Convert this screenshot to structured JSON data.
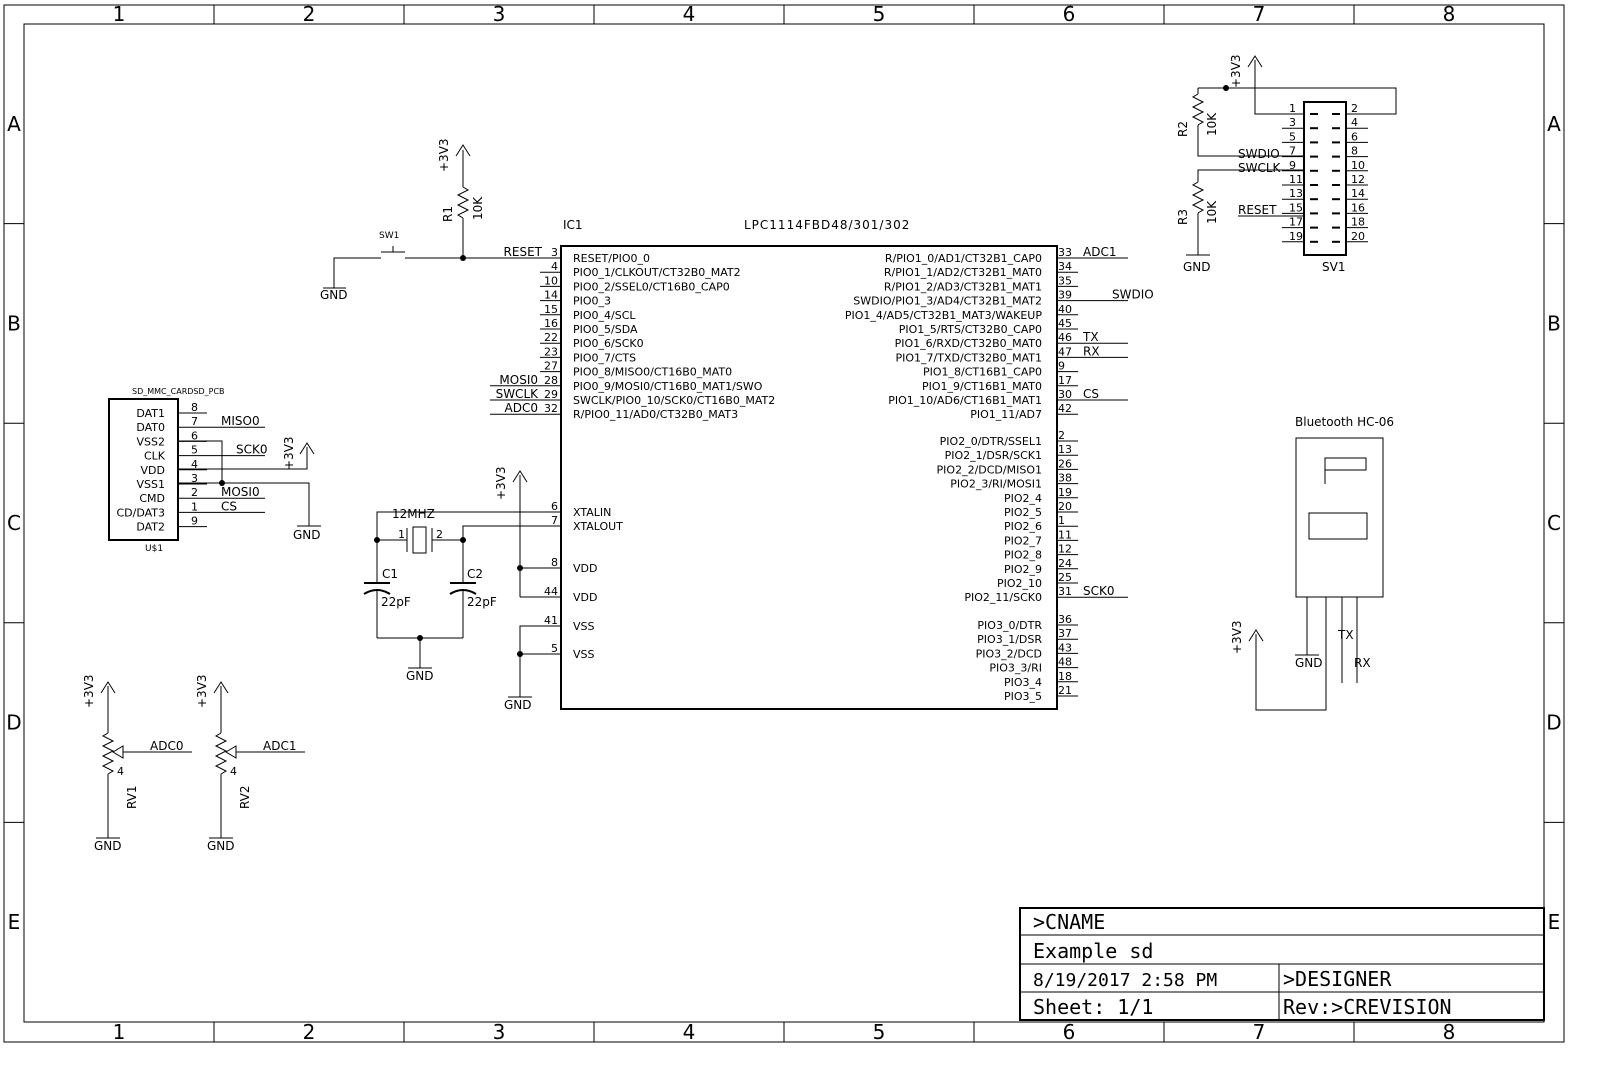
{
  "frame": {
    "columns": [
      "1",
      "2",
      "3",
      "4",
      "5",
      "6",
      "7",
      "8"
    ],
    "rows": [
      "A",
      "B",
      "C",
      "D",
      "E"
    ]
  },
  "ic1": {
    "ref": "IC1",
    "part": "LPC1114FBD48/301/302",
    "left_pins": [
      {
        "num": "3",
        "name": "RESET/PIO0_0",
        "net": "RESET"
      },
      {
        "num": "4",
        "name": "PIO0_1/CLKOUT/CT32B0_MAT2",
        "net": ""
      },
      {
        "num": "10",
        "name": "PIO0_2/SSEL0/CT16B0_CAP0",
        "net": ""
      },
      {
        "num": "14",
        "name": "PIO0_3",
        "net": ""
      },
      {
        "num": "15",
        "name": "PIO0_4/SCL",
        "net": ""
      },
      {
        "num": "16",
        "name": "PIO0_5/SDA",
        "net": ""
      },
      {
        "num": "22",
        "name": "PIO0_6/SCK0",
        "net": ""
      },
      {
        "num": "23",
        "name": "PIO0_7/CTS",
        "net": ""
      },
      {
        "num": "27",
        "name": "PIO0_8/MISO0/CT16B0_MAT0",
        "net": ""
      },
      {
        "num": "28",
        "name": "PIO0_9/MOSI0/CT16B0_MAT1/SWO",
        "net": "MOSI0"
      },
      {
        "num": "29",
        "name": "SWCLK/PIO0_10/SCK0/CT16B0_MAT2",
        "net": "SWCLK"
      },
      {
        "num": "32",
        "name": "R/PIO0_11/AD0/CT32B0_MAT3",
        "net": "ADC0"
      }
    ],
    "left_power_pins": [
      {
        "num": "6",
        "name": "XTALIN"
      },
      {
        "num": "7",
        "name": "XTALOUT"
      },
      {
        "num": "8",
        "name": "VDD"
      },
      {
        "num": "44",
        "name": "VDD"
      },
      {
        "num": "41",
        "name": "VSS"
      },
      {
        "num": "5",
        "name": "VSS"
      }
    ],
    "right_pins_1": [
      {
        "num": "33",
        "name": "R/PIO1_0/AD1/CT32B1_CAP0",
        "net": "ADC1"
      },
      {
        "num": "34",
        "name": "R/PIO1_1/AD2/CT32B1_MAT0",
        "net": ""
      },
      {
        "num": "35",
        "name": "R/PIO1_2/AD3/CT32B1_MAT1",
        "net": ""
      },
      {
        "num": "39",
        "name": "SWDIO/PIO1_3/AD4/CT32B1_MAT2",
        "net": "SWDIO"
      },
      {
        "num": "40",
        "name": "PIO1_4/AD5/CT32B1_MAT3/WAKEUP",
        "net": ""
      },
      {
        "num": "45",
        "name": "PIO1_5/RTS/CT32B0_CAP0",
        "net": ""
      },
      {
        "num": "46",
        "name": "PIO1_6/RXD/CT32B0_MAT0",
        "net": "TX"
      },
      {
        "num": "47",
        "name": "PIO1_7/TXD/CT32B0_MAT1",
        "net": "RX"
      },
      {
        "num": "9",
        "name": "PIO1_8/CT16B1_CAP0",
        "net": ""
      },
      {
        "num": "17",
        "name": "PIO1_9/CT16B1_MAT0",
        "net": ""
      },
      {
        "num": "30",
        "name": "PIO1_10/AD6/CT16B1_MAT1",
        "net": "CS"
      },
      {
        "num": "42",
        "name": "PIO1_11/AD7",
        "net": ""
      }
    ],
    "right_pins_2": [
      {
        "num": "2",
        "name": "PIO2_0/DTR/SSEL1",
        "net": ""
      },
      {
        "num": "13",
        "name": "PIO2_1/DSR/SCK1",
        "net": ""
      },
      {
        "num": "26",
        "name": "PIO2_2/DCD/MISO1",
        "net": ""
      },
      {
        "num": "38",
        "name": "PIO2_3/RI/MOSI1",
        "net": ""
      },
      {
        "num": "19",
        "name": "PIO2_4",
        "net": ""
      },
      {
        "num": "20",
        "name": "PIO2_5",
        "net": ""
      },
      {
        "num": "1",
        "name": "PIO2_6",
        "net": ""
      },
      {
        "num": "11",
        "name": "PIO2_7",
        "net": ""
      },
      {
        "num": "12",
        "name": "PIO2_8",
        "net": ""
      },
      {
        "num": "24",
        "name": "PIO2_9",
        "net": ""
      },
      {
        "num": "25",
        "name": "PIO2_10",
        "net": ""
      },
      {
        "num": "31",
        "name": "PIO2_11/SCK0",
        "net": "SCK0"
      }
    ],
    "right_pins_3": [
      {
        "num": "36",
        "name": "PIO3_0/DTR"
      },
      {
        "num": "37",
        "name": "PIO3_1/DSR"
      },
      {
        "num": "43",
        "name": "PIO3_2/DCD"
      },
      {
        "num": "48",
        "name": "PIO3_3/RI"
      },
      {
        "num": "18",
        "name": "PIO3_4"
      },
      {
        "num": "21",
        "name": "PIO3_5"
      }
    ]
  },
  "reset_circuit": {
    "sw_ref": "SW1",
    "r_ref": "R1",
    "r_value": "10K",
    "supply": "+3V3",
    "gnd": "GND"
  },
  "crystal": {
    "label": "12MHZ",
    "pin1": "1",
    "pin2": "2",
    "c1_ref": "C1",
    "c1_value": "22pF",
    "c2_ref": "C2",
    "c2_value": "22pF",
    "gnd": "GND",
    "supply": "+3V3",
    "gnd2": "GND"
  },
  "sd_card": {
    "ref": "U$1",
    "part": "SD_MMC_CARDSD_PCB",
    "pins": [
      {
        "name": "DAT1",
        "num": "8",
        "net": ""
      },
      {
        "name": "DAT0",
        "num": "7",
        "net": "MISO0"
      },
      {
        "name": "VSS2",
        "num": "6",
        "net": ""
      },
      {
        "name": "CLK",
        "num": "5",
        "net": "SCK0"
      },
      {
        "name": "VDD",
        "num": "4",
        "net": ""
      },
      {
        "name": "VSS1",
        "num": "3",
        "net": ""
      },
      {
        "name": "CMD",
        "num": "2",
        "net": "MOSI0"
      },
      {
        "name": "CD/DAT3",
        "num": "1",
        "net": "CS"
      },
      {
        "name": "DAT2",
        "num": "9",
        "net": ""
      }
    ],
    "supply": "+3V3",
    "gnd": "GND"
  },
  "potentiometers": [
    {
      "ref": "RV1",
      "net": "ADC0",
      "supply": "+3V3",
      "gnd": "GND",
      "wiper": "4"
    },
    {
      "ref": "RV2",
      "net": "ADC1",
      "supply": "+3V3",
      "gnd": "GND",
      "wiper": "4"
    }
  ],
  "jtag": {
    "ref": "SV1",
    "left_nums": [
      "1",
      "3",
      "5",
      "7",
      "9",
      "11",
      "13",
      "15",
      "17",
      "19"
    ],
    "right_nums": [
      "2",
      "4",
      "6",
      "8",
      "10",
      "12",
      "14",
      "16",
      "18",
      "20"
    ],
    "net_swdio": "SWDIO",
    "net_swclk": "SWCLK",
    "net_reset": "RESET",
    "r2_ref": "R2",
    "r2_value": "10K",
    "r3_ref": "R3",
    "r3_value": "10K",
    "supply": "+3V3",
    "gnd": "GND"
  },
  "bluetooth": {
    "title": "Bluetooth HC-06",
    "supply": "+3V3",
    "gnd": "GND",
    "tx": "TX",
    "rx": "RX"
  },
  "title_block": {
    "name": ">CNAME",
    "title": "Example sd",
    "date": "8/19/2017 2:58 PM",
    "designer": ">DESIGNER",
    "sheet": "Sheet: 1/1",
    "revision": "Rev:>CREVISION"
  }
}
